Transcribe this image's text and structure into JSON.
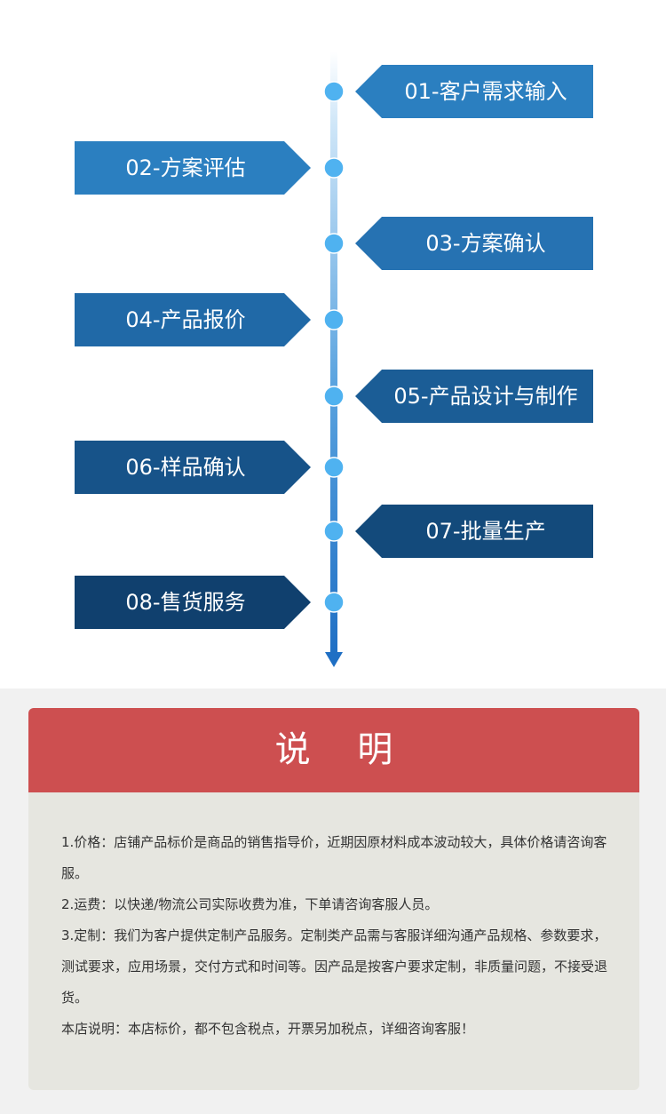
{
  "flow": {
    "steps": [
      {
        "label": "01-客户需求输入",
        "side": "right",
        "color": "#2b7fc0"
      },
      {
        "label": "02-方案评估",
        "side": "left",
        "color": "#2b7fc0"
      },
      {
        "label": "03-方案确认",
        "side": "right",
        "color": "#2672b2"
      },
      {
        "label": "04-产品报价",
        "side": "left",
        "color": "#2069a7"
      },
      {
        "label": "05-产品设计与制作",
        "side": "right",
        "color": "#1b5d96"
      },
      {
        "label": "06-样品确认",
        "side": "left",
        "color": "#175389"
      },
      {
        "label": "07-批量生产",
        "side": "right",
        "color": "#134a7b"
      },
      {
        "label": "08-售货服务",
        "side": "left",
        "color": "#10406e"
      }
    ],
    "node_color": "#4fb2f0",
    "arrow_color": "#1f6fc4"
  },
  "notes": {
    "title": "说 明",
    "header_color": "#cd4f50",
    "lines": [
      "1.价格：店铺产品标价是商品的销售指导价，近期因原材料成本波动较大，具体价格请咨询客服。",
      "2.运费：以快递/物流公司实际收费为准，下单请咨询客服人员。",
      "3.定制：我们为客户提供定制产品服务。定制类产品需与客服详细沟通产品规格、参数要求，测试要求，应用场景，交付方式和时间等。因产品是按客户要求定制，非质量问题，不接受退货。",
      "本店说明：本店标价，都不包含税点，开票另加税点，详细咨询客服！"
    ]
  }
}
